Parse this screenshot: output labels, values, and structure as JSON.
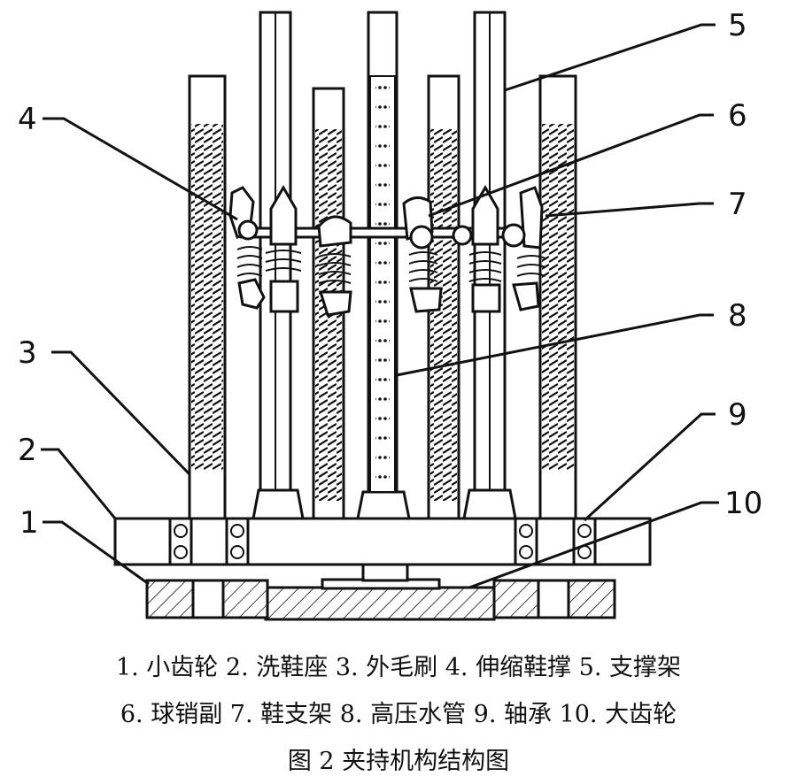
{
  "labels": [
    {
      "id": "1",
      "text": "1"
    },
    {
      "id": "2",
      "text": "2"
    },
    {
      "id": "3",
      "text": "3"
    },
    {
      "id": "4",
      "text": "4"
    },
    {
      "id": "5",
      "text": "5"
    },
    {
      "id": "6",
      "text": "6"
    },
    {
      "id": "7",
      "text": "7"
    },
    {
      "id": "8",
      "text": "8"
    },
    {
      "id": "9",
      "text": "9"
    },
    {
      "id": "10",
      "text": "10"
    }
  ],
  "legend_line1": "1. 小齿轮 2. 洗鞋座 3. 外毛刷 4. 伸缩鞋撑 5. 支撑架",
  "legend_line2": "6. 球销副 7. 鞋支架 8. 高压水管 9. 轴承 10. 大齿轮",
  "figure_title": "图 2 夹持机构结构图"
}
